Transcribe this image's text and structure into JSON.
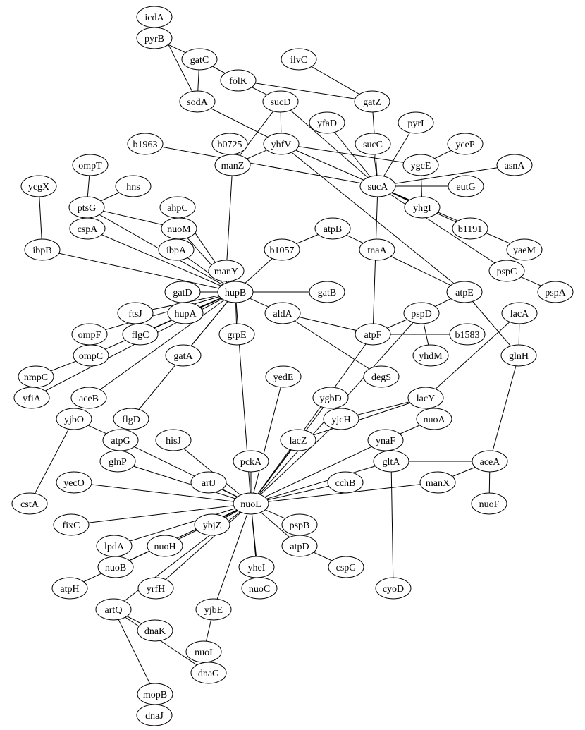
{
  "diagram": {
    "type": "network",
    "nodes": [
      {
        "id": "icdA"
      },
      {
        "id": "pyrB"
      },
      {
        "id": "gatC"
      },
      {
        "id": "ilvC"
      },
      {
        "id": "folK"
      },
      {
        "id": "sodA"
      },
      {
        "id": "sucD"
      },
      {
        "id": "gatZ"
      },
      {
        "id": "yfaD"
      },
      {
        "id": "pyrI"
      },
      {
        "id": "b1963"
      },
      {
        "id": "b0725"
      },
      {
        "id": "yhfV"
      },
      {
        "id": "sucC"
      },
      {
        "id": "yceP"
      },
      {
        "id": "manZ"
      },
      {
        "id": "ygcE"
      },
      {
        "id": "asnA"
      },
      {
        "id": "ompT"
      },
      {
        "id": "sucA"
      },
      {
        "id": "eutG"
      },
      {
        "id": "ycgX"
      },
      {
        "id": "hns"
      },
      {
        "id": "ptsG"
      },
      {
        "id": "ahpC"
      },
      {
        "id": "yhgI"
      },
      {
        "id": "nuoM"
      },
      {
        "id": "b1191"
      },
      {
        "id": "cspA"
      },
      {
        "id": "atpB"
      },
      {
        "id": "ibpB"
      },
      {
        "id": "ibpA"
      },
      {
        "id": "b1057"
      },
      {
        "id": "tnaA"
      },
      {
        "id": "yaeM"
      },
      {
        "id": "manY"
      },
      {
        "id": "pspC"
      },
      {
        "id": "gatD"
      },
      {
        "id": "hupB"
      },
      {
        "id": "gatB"
      },
      {
        "id": "atpE"
      },
      {
        "id": "pspA"
      },
      {
        "id": "ftsJ"
      },
      {
        "id": "hupA"
      },
      {
        "id": "aldA"
      },
      {
        "id": "pspD"
      },
      {
        "id": "lacA"
      },
      {
        "id": "ompF"
      },
      {
        "id": "flgC"
      },
      {
        "id": "grpE"
      },
      {
        "id": "atpF"
      },
      {
        "id": "b1583"
      },
      {
        "id": "ompC"
      },
      {
        "id": "gatA"
      },
      {
        "id": "yhdM"
      },
      {
        "id": "glnH"
      },
      {
        "id": "nmpC"
      },
      {
        "id": "degS"
      },
      {
        "id": "yedE"
      },
      {
        "id": "yfiA"
      },
      {
        "id": "aceB"
      },
      {
        "id": "ygbD"
      },
      {
        "id": "lacY"
      },
      {
        "id": "yjbO"
      },
      {
        "id": "flgD"
      },
      {
        "id": "yjcH"
      },
      {
        "id": "nuoA"
      },
      {
        "id": "atpG"
      },
      {
        "id": "hisJ"
      },
      {
        "id": "lacZ"
      },
      {
        "id": "ynaF"
      },
      {
        "id": "glnP"
      },
      {
        "id": "pckA"
      },
      {
        "id": "gltA"
      },
      {
        "id": "aceA"
      },
      {
        "id": "yecO"
      },
      {
        "id": "artJ"
      },
      {
        "id": "cchB"
      },
      {
        "id": "manX"
      },
      {
        "id": "cstA"
      },
      {
        "id": "nuoL"
      },
      {
        "id": "nuoF"
      },
      {
        "id": "fixC"
      },
      {
        "id": "ybjZ"
      },
      {
        "id": "pspB"
      },
      {
        "id": "lpdA"
      },
      {
        "id": "nuoH"
      },
      {
        "id": "atpD"
      },
      {
        "id": "nuoB"
      },
      {
        "id": "yheI"
      },
      {
        "id": "cspG"
      },
      {
        "id": "atpH"
      },
      {
        "id": "yrfH"
      },
      {
        "id": "nuoC"
      },
      {
        "id": "cyoD"
      },
      {
        "id": "artQ"
      },
      {
        "id": "yjbE"
      },
      {
        "id": "dnaK"
      },
      {
        "id": "nuoI"
      },
      {
        "id": "dnaG"
      },
      {
        "id": "mopB"
      },
      {
        "id": "dnaJ"
      }
    ],
    "edges": [
      [
        "icdA",
        "sodA"
      ],
      [
        "pyrB",
        "gatC"
      ],
      [
        "gatC",
        "sodA"
      ],
      [
        "gatC",
        "folK"
      ],
      [
        "ilvC",
        "gatZ"
      ],
      [
        "folK",
        "gatZ"
      ],
      [
        "folK",
        "sucD"
      ],
      [
        "sodA",
        "yhfV"
      ],
      [
        "sucD",
        "manZ"
      ],
      [
        "sucD",
        "yhfV"
      ],
      [
        "sucD",
        "sucA"
      ],
      [
        "gatZ",
        "sucA"
      ],
      [
        "yfaD",
        "sucA"
      ],
      [
        "pyrI",
        "sucA"
      ],
      [
        "b1963",
        "sucA"
      ],
      [
        "b0725",
        "manZ"
      ],
      [
        "yhfV",
        "manZ"
      ],
      [
        "yhfV",
        "ygcE"
      ],
      [
        "yhfV",
        "sucA"
      ],
      [
        "yhfV",
        "atpE"
      ],
      [
        "sucC",
        "sucA"
      ],
      [
        "yceP",
        "ygcE"
      ],
      [
        "manZ",
        "manY"
      ],
      [
        "sucA",
        "asnA"
      ],
      [
        "sucA",
        "eutG"
      ],
      [
        "sucA",
        "yhgI"
      ],
      [
        "sucA",
        "b1191"
      ],
      [
        "sucA",
        "yaeM"
      ],
      [
        "sucA",
        "pspC"
      ],
      [
        "sucA",
        "atpF"
      ],
      [
        "ygcE",
        "yhgI"
      ],
      [
        "pspC",
        "pspA"
      ],
      [
        "ompT",
        "ptsG"
      ],
      [
        "hns",
        "ptsG"
      ],
      [
        "ptsG",
        "nuoM"
      ],
      [
        "ptsG",
        "hupB"
      ],
      [
        "ycgX",
        "ibpB"
      ],
      [
        "ibpB",
        "hupB"
      ],
      [
        "ahpC",
        "hupB"
      ],
      [
        "nuoM",
        "hupB"
      ],
      [
        "cspA",
        "hupB"
      ],
      [
        "ibpA",
        "hupB"
      ],
      [
        "manY",
        "hupB"
      ],
      [
        "b1057",
        "hupB"
      ],
      [
        "b1057",
        "atpB"
      ],
      [
        "atpB",
        "tnaA"
      ],
      [
        "tnaA",
        "atpE"
      ],
      [
        "atpE",
        "pspD"
      ],
      [
        "atpE",
        "glnH"
      ],
      [
        "gatD",
        "hupB"
      ],
      [
        "hupB",
        "gatB"
      ],
      [
        "hupB",
        "aldA"
      ],
      [
        "hupB",
        "ftsJ"
      ],
      [
        "hupB",
        "hupA"
      ],
      [
        "hupB",
        "flgC"
      ],
      [
        "hupB",
        "ompF"
      ],
      [
        "hupB",
        "ompC"
      ],
      [
        "hupB",
        "grpE"
      ],
      [
        "hupB",
        "gatA"
      ],
      [
        "hupB",
        "aceB"
      ],
      [
        "hupB",
        "flgD"
      ],
      [
        "hupB",
        "nuoL"
      ],
      [
        "hupB",
        "yfiA"
      ],
      [
        "ompC",
        "nmpC"
      ],
      [
        "aldA",
        "atpF"
      ],
      [
        "aldA",
        "degS"
      ],
      [
        "atpF",
        "pspD"
      ],
      [
        "atpF",
        "b1583"
      ],
      [
        "atpF",
        "nuoL"
      ],
      [
        "pspD",
        "yhdM"
      ],
      [
        "pspD",
        "nuoL"
      ],
      [
        "lacA",
        "glnH"
      ],
      [
        "lacA",
        "lacY"
      ],
      [
        "glnH",
        "aceA"
      ],
      [
        "lacY",
        "yjcH"
      ],
      [
        "lacY",
        "lacZ"
      ],
      [
        "yedE",
        "nuoL"
      ],
      [
        "ygbD",
        "nuoL"
      ],
      [
        "yjcH",
        "nuoL"
      ],
      [
        "lacZ",
        "nuoL"
      ],
      [
        "nuoA",
        "ynaF"
      ],
      [
        "ynaF",
        "nuoL"
      ],
      [
        "gltA",
        "nuoL"
      ],
      [
        "gltA",
        "aceA"
      ],
      [
        "gltA",
        "cyoD"
      ],
      [
        "aceA",
        "manX"
      ],
      [
        "aceA",
        "nuoF"
      ],
      [
        "manX",
        "nuoL"
      ],
      [
        "cchB",
        "nuoL"
      ],
      [
        "pckA",
        "nuoL"
      ],
      [
        "hisJ",
        "nuoL"
      ],
      [
        "atpG",
        "nuoL"
      ],
      [
        "yjbO",
        "atpG"
      ],
      [
        "yjbO",
        "cstA"
      ],
      [
        "glnP",
        "nuoL"
      ],
      [
        "artJ",
        "nuoL"
      ],
      [
        "yecO",
        "nuoL"
      ],
      [
        "fixC",
        "nuoL"
      ],
      [
        "lpdA",
        "nuoL"
      ],
      [
        "nuoH",
        "nuoL"
      ],
      [
        "nuoB",
        "nuoL"
      ],
      [
        "atpH",
        "nuoL"
      ],
      [
        "ybjZ",
        "nuoL"
      ],
      [
        "pspB",
        "nuoL"
      ],
      [
        "atpD",
        "nuoL"
      ],
      [
        "atpD",
        "cspG"
      ],
      [
        "yheI",
        "nuoL"
      ],
      [
        "nuoC",
        "nuoL"
      ],
      [
        "yrfH",
        "nuoL"
      ],
      [
        "yjbE",
        "nuoL"
      ],
      [
        "yjbE",
        "nuoI"
      ],
      [
        "artQ",
        "nuoL"
      ],
      [
        "artQ",
        "dnaK"
      ],
      [
        "artQ",
        "dnaG"
      ],
      [
        "artQ",
        "mopB"
      ]
    ]
  }
}
